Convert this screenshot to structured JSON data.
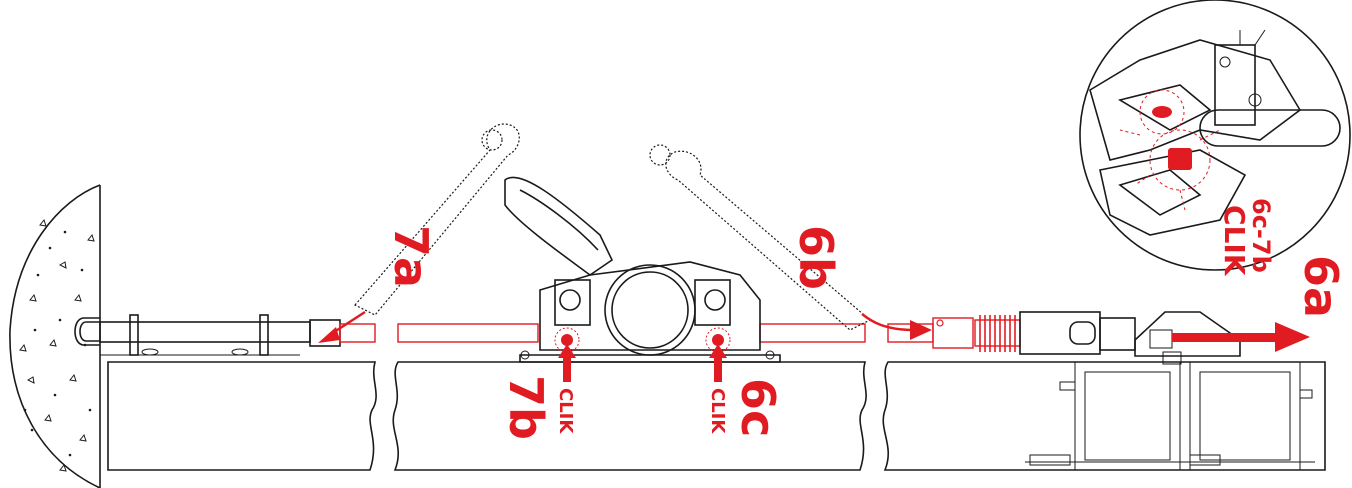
{
  "labels": {
    "step_6a": "6a",
    "step_6b": "6b",
    "step_6c": "6c",
    "step_7a": "7a",
    "step_7b": "7b",
    "clik": "CLIK",
    "detail_ref": "6c-7b"
  },
  "colors": {
    "accent": "#e11b22",
    "line": "#1a1a1a",
    "background": "#ffffff"
  },
  "icons": {
    "pull_arrow": "arrow-right-icon",
    "push_arrow": "arrow-up-icon",
    "click_burst": "click-burst-icon"
  }
}
